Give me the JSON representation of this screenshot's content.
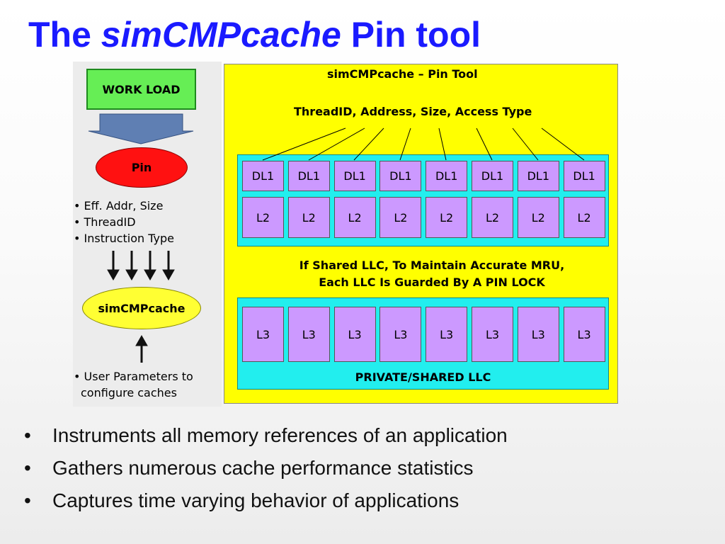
{
  "title": {
    "part1": "The ",
    "part2": "simCMPcache",
    "part3": " Pin tool"
  },
  "left": {
    "workload": "WORK LOAD",
    "pin": "Pin",
    "pin_outputs": [
      "Eff. Addr, Size",
      "ThreadID",
      "Instruction Type"
    ],
    "simcmpcache": "simCMPcache",
    "user_params": [
      "User Parameters to configure caches"
    ]
  },
  "tool": {
    "title": "simCMPcache – Pin Tool",
    "inputs": "ThreadID, Address, Size, Access Type",
    "dl1": [
      "DL1",
      "DL1",
      "DL1",
      "DL1",
      "DL1",
      "DL1",
      "DL1",
      "DL1"
    ],
    "l2": [
      "L2",
      "L2",
      "L2",
      "L2",
      "L2",
      "L2",
      "L2",
      "L2"
    ],
    "shared_note_line1": "If Shared LLC, To Maintain Accurate MRU,",
    "shared_note_line2": "Each LLC Is Guarded By A PIN LOCK",
    "l3": [
      "L3",
      "L3",
      "L3",
      "L3",
      "L3",
      "L3",
      "L3",
      "L3"
    ],
    "llc_label": "PRIVATE/SHARED LLC"
  },
  "bullets": [
    "Instruments all memory references of an application",
    "Gathers numerous cache performance statistics",
    "Captures time varying behavior of applications"
  ],
  "colors": {
    "title": "#1a1aff",
    "workload": "#66ee55",
    "pin": "#ff1111",
    "simcmpcache": "#ffff33",
    "panel": "#ffff00",
    "cache_group": "#22eeee",
    "cache_cell": "#cc99ff"
  }
}
